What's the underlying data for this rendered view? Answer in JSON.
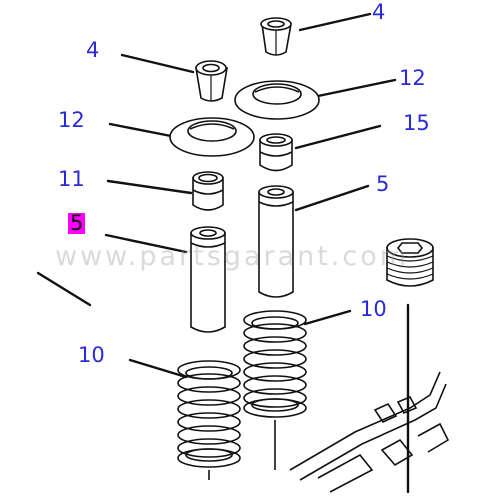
{
  "callouts": {
    "c4_top": "4",
    "c4_left": "4",
    "c12_right": "12",
    "c12_left": "12",
    "c15": "15",
    "c11": "11",
    "c5_right": "5",
    "c5_left": "5",
    "c10_right": "10",
    "c10_left": "10"
  },
  "watermark": "www.partsgarant.com",
  "colors": {
    "callout": "#2a2ad8",
    "highlight": "#ff00ff",
    "line": "#111111"
  }
}
